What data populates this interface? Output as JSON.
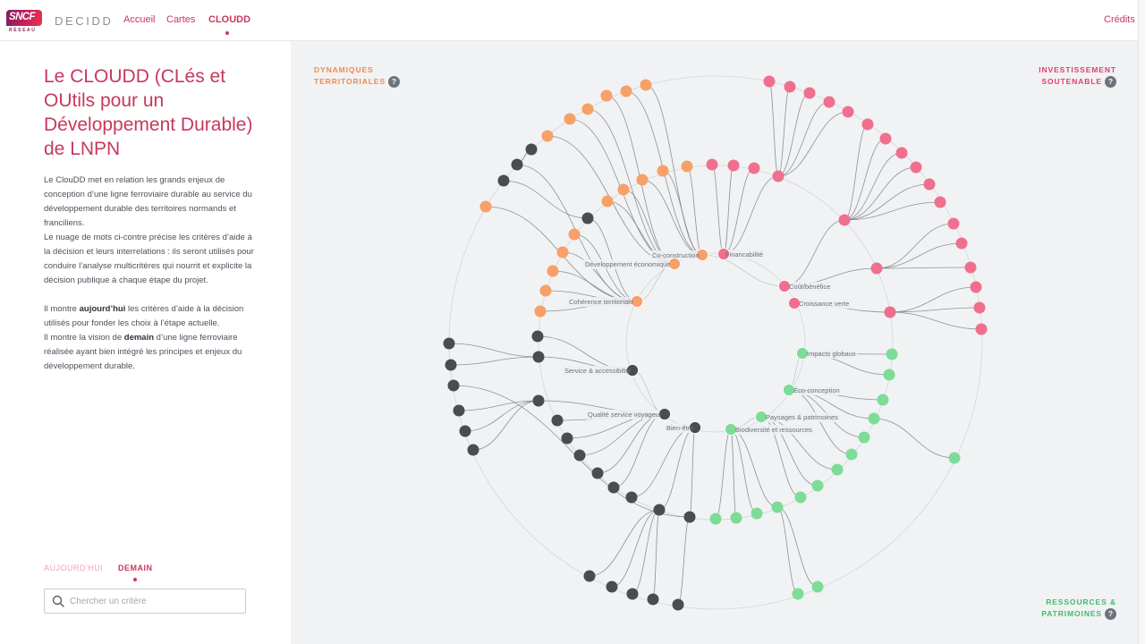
{
  "header": {
    "logo_text": "SNCF",
    "logo_sub": "RÉSEAU",
    "brand": "DECIDD",
    "nav": [
      {
        "label": "Accueil"
      },
      {
        "label": "Cartes"
      },
      {
        "label": "CLOUDD"
      }
    ],
    "credits": "Crédits"
  },
  "left": {
    "title": "Le CLOUDD (CLés et OUtils pour un Développement Durable) de LNPN",
    "p1": "Le ClouDD met en relation les grands enjeux de conception d’une ligne ferroviaire durable au service du développement durable des territoires normands et franciliens.",
    "p2": "Le nuage de mots ci-contre précise les critères d’aide à la décision et leurs interrelations : ils seront utilisés pour conduire l’analyse multicritères qui nourrit et explicite la décision publique à chaque étape du projet.",
    "p3_pre": "Il montre ",
    "p3_b": "aujourd’hui",
    "p3_post": " les critères d’aide à la décision utilisés pour fonder les choix à l’étape actuelle.",
    "p4_pre": "Il montre la vision de ",
    "p4_b": "demain",
    "p4_post": " d’une ligne ferroviaire réalisée ayant bien intégré les principes et enjeux du développement durable.",
    "tab_today": "AUJOURD'HUI",
    "tab_tomorrow": "DEMAIN",
    "search_placeholder": "Chercher un critère"
  },
  "corners": {
    "dynamiques_l1": "DYNAMIQUES",
    "dynamiques_l2": "TERRITORIALES",
    "investissement_l1": "INVESTISSEMENT",
    "investissement_l2": "SOUTENABLE",
    "ressources_l1": "RESSOURCES &",
    "ressources_l2": "PATRIMOINES",
    "help": "?"
  },
  "colors": {
    "orange": "#f7a067",
    "pink": "#f06f8e",
    "green": "#7ddc98",
    "dark": "#4a4c52",
    "link": "#7c8088",
    "ring": "#d9dbdf",
    "accent": "#c8385c"
  },
  "hubs": [
    {
      "label": "Co-construction",
      "color": "orange"
    },
    {
      "label": "Développement économique",
      "color": "orange"
    },
    {
      "label": "Cohérence territoriale",
      "color": "orange"
    },
    {
      "label": "Financabilité",
      "color": "pink"
    },
    {
      "label": "Coût/bénéfice",
      "color": "pink"
    },
    {
      "label": "Croissance verte",
      "color": "pink"
    },
    {
      "label": "Impacts globaux",
      "color": "green"
    },
    {
      "label": "Éco-conception",
      "color": "green"
    },
    {
      "label": "Paysages & patrimoines",
      "color": "green"
    },
    {
      "label": "Biodiversité et ressources",
      "color": "green"
    },
    {
      "label": "Service & accessibilité",
      "color": "dark"
    },
    {
      "label": "Qualité service voyageur",
      "color": "dark"
    },
    {
      "label": "Bien-être",
      "color": "dark"
    }
  ]
}
